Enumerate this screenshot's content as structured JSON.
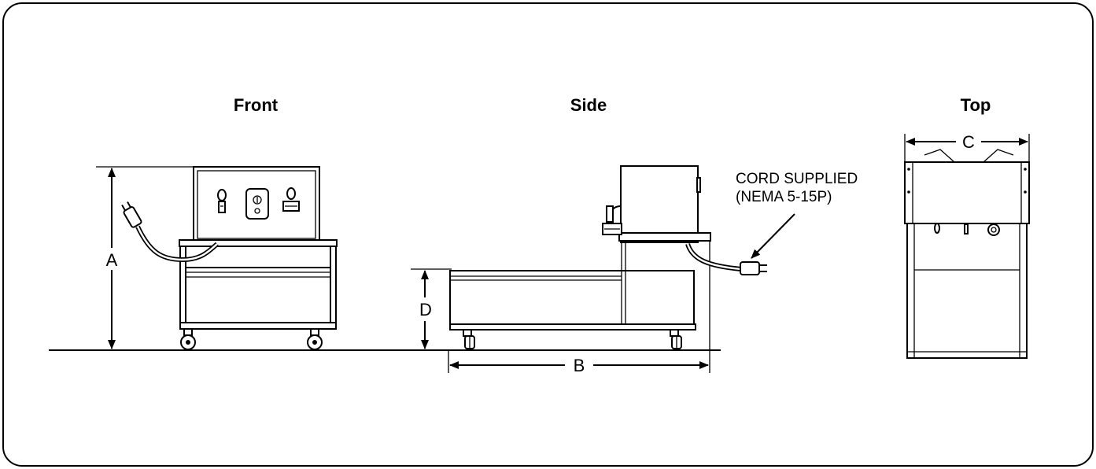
{
  "views": {
    "front": "Front",
    "side": "Side",
    "top": "Top"
  },
  "dimensions": {
    "a": "A",
    "b": "B",
    "c": "C",
    "d": "D"
  },
  "cord_note": {
    "line1": "CORD SUPPLIED",
    "line2": "(NEMA 5-15P)"
  }
}
